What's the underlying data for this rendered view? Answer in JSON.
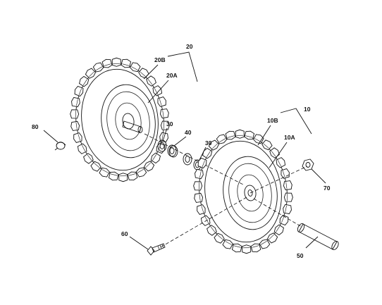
{
  "diagram": {
    "callouts": {
      "c20": "20",
      "c20b": "20B",
      "c20a": "20A",
      "c30a": "30",
      "c40": "40",
      "c30b": "30",
      "c80": "80",
      "c10": "10",
      "c10b": "10B",
      "c10a": "10A",
      "c70": "70",
      "c60": "60",
      "c50": "50"
    },
    "colors": {
      "ink": "#111111",
      "paper": "#ffffff"
    }
  }
}
